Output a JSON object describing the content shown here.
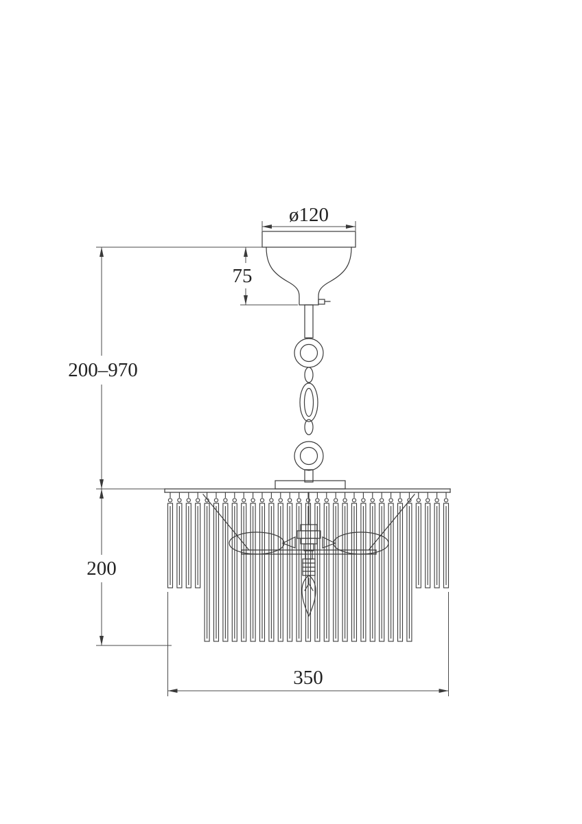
{
  "page": {
    "background": "#ffffff",
    "line_color": "#3a3a3a"
  },
  "drawing": {
    "subject": "pendant-chandelier-technical-drawing",
    "labels": {
      "canopy_diameter": "ø120",
      "canopy_height": "75",
      "height_range": "200–970",
      "body_height": "200",
      "body_diameter": "350"
    }
  }
}
